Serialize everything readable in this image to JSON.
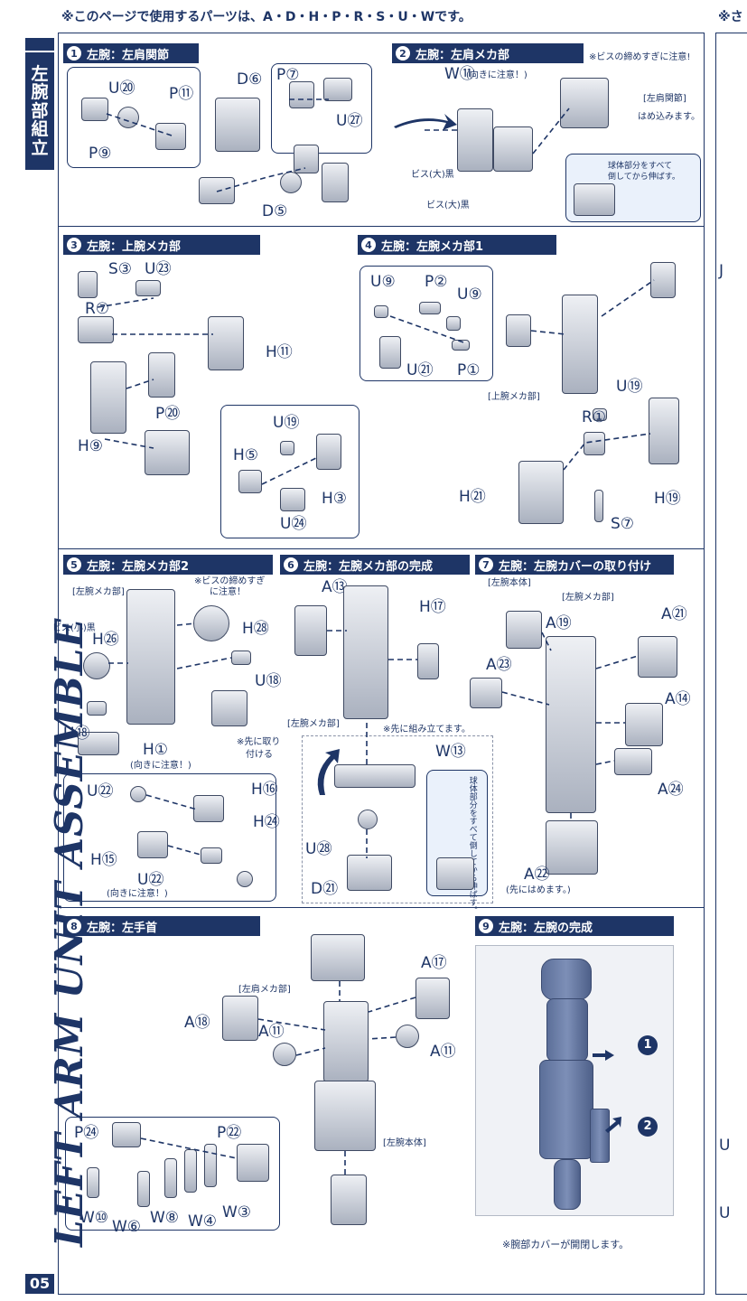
{
  "header": {
    "note": "※このページで使用するパーツは、A・D・H・P・R・S・U・Wです。",
    "right_cut": "※さ"
  },
  "sidebar": {
    "section_chars": [
      "左",
      "腕",
      "部",
      "組",
      "立"
    ],
    "vertical_title": "LEFT ARM UNIT ASSEMBLE",
    "page_number": "05"
  },
  "steps": [
    {
      "num": "1",
      "title": "左腕：左肩関節"
    },
    {
      "num": "2",
      "title": "左腕：左肩メカ部"
    },
    {
      "num": "3",
      "title": "左腕：上腕メカ部"
    },
    {
      "num": "4",
      "title": "左腕：左腕メカ部1"
    },
    {
      "num": "5",
      "title": "左腕：左腕メカ部2"
    },
    {
      "num": "6",
      "title": "左腕：左腕メカ部の完成"
    },
    {
      "num": "7",
      "title": "左腕：左腕カバーの取り付け"
    },
    {
      "num": "8",
      "title": "左腕：左手首"
    },
    {
      "num": "9",
      "title": "左腕：左腕の完成"
    }
  ],
  "step1": {
    "u20": "U⑳",
    "p11": "P⑪",
    "p9": "P⑨",
    "d6": "D⑥",
    "p7": "P⑦",
    "u27": "U㉗",
    "d5": "D⑤"
  },
  "step2": {
    "note": "※ビスの締めすぎに注意!",
    "w11": "W⑪",
    "w11_note": "(向きに注意！)",
    "shoulder_joint": "[左肩関節]",
    "insert": "はめ込みます。",
    "screw1": "ビス(大)黒",
    "screw2": "ビス(大)黒",
    "tip_line1": "球体部分をすべて",
    "tip_line2": "倒してから伸ばす。"
  },
  "step3": {
    "s3": "S③",
    "u23": "U㉓",
    "r7": "R⑦",
    "h11": "H⑪",
    "p20": "P⑳",
    "h9": "H⑨",
    "u19": "U⑲",
    "h5": "H⑤",
    "h3": "H③",
    "u24": "U㉔"
  },
  "step4": {
    "u9a": "U⑨",
    "p2": "P②",
    "u9b": "U⑨",
    "u21": "U㉑",
    "p1": "P①",
    "upper_arm": "[上腕メカ部]",
    "u19": "U⑲",
    "r1": "R①",
    "h21": "H㉑",
    "h19": "H⑲",
    "s7": "S⑦"
  },
  "step5": {
    "note_line1": "※ビスの締めすぎ",
    "note_line2": "に注意！",
    "left_arm_mecha": "[左腕メカ部]",
    "screw_small": "ビス(小)黒",
    "h26": "H㉖",
    "h28": "H㉘",
    "u18a": "U⑱",
    "u18b": "U⑱",
    "h1": "H①",
    "h1_note": "(向きに注意！)",
    "first_line1": "※先に取り",
    "first_line2": "付ける",
    "u22a": "U㉒",
    "h16": "H⑯",
    "h24": "H㉔",
    "h15": "H⑮",
    "u22b": "U㉒",
    "u22b_note": "(向きに注意！)"
  },
  "step6": {
    "a13": "A⑬",
    "h17": "H⑰",
    "left_arm_mecha": "[左腕メカ部]",
    "first_note": "※先に組み立てます。",
    "w13": "W⑬",
    "u28": "U㉘",
    "d21": "D㉑",
    "vertical_tip": "球体部分をすべて倒してから伸ばす。"
  },
  "step7": {
    "body": "[左腕本体]",
    "mecha": "[左腕メカ部]",
    "a19": "A⑲",
    "a21": "A㉑",
    "a23": "A㉓",
    "a14": "A⑭",
    "a24": "A㉔",
    "a22": "A㉒",
    "a22_note": "(先にはめます。)"
  },
  "step8": {
    "a17": "A⑰",
    "shoulder_mecha": "[左肩メカ部]",
    "a18": "A⑱",
    "a11a": "A⑪",
    "a11b": "A⑪",
    "body": "[左腕本体]",
    "p24": "P㉔",
    "p22": "P㉒",
    "w10": "W⑩",
    "w6": "W⑥",
    "w8": "W⑧",
    "w4": "W④",
    "w3": "W③"
  },
  "step9": {
    "caption": "※腕部カバーが開閉します。",
    "m1": "1",
    "m2": "2"
  },
  "right_edge": {
    "letters": [
      "J",
      "U",
      "U"
    ]
  }
}
